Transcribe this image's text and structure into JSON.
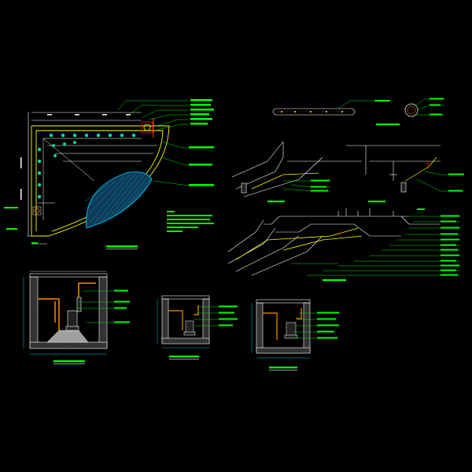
{
  "drawing": {
    "background": "#000000",
    "colors": {
      "primary_line": "#ffff00",
      "annotation": "#00ff00",
      "pipe": "#ff8c00",
      "fill_hatch": "#00c8ff",
      "dimension": "#00ffff",
      "wall": "#ffffff",
      "accent_red": "#ff0000",
      "text": "#ffffff"
    },
    "views": [
      {
        "id": "plan-view",
        "kind": "fountain-pool-plan"
      },
      {
        "id": "pipe-detail",
        "kind": "pipe-joint-detail"
      },
      {
        "id": "pipe-section-circle",
        "kind": "pipe-cross-section"
      },
      {
        "id": "isometric-piping-upper",
        "kind": "pipe-isometric"
      },
      {
        "id": "isometric-piping-lower",
        "kind": "pipe-isometric"
      },
      {
        "id": "pump-pit-section-a",
        "kind": "pump-pit-section"
      },
      {
        "id": "pump-pit-section-b",
        "kind": "pump-pit-section"
      },
      {
        "id": "pump-pit-section-c",
        "kind": "pump-pit-section"
      }
    ]
  }
}
